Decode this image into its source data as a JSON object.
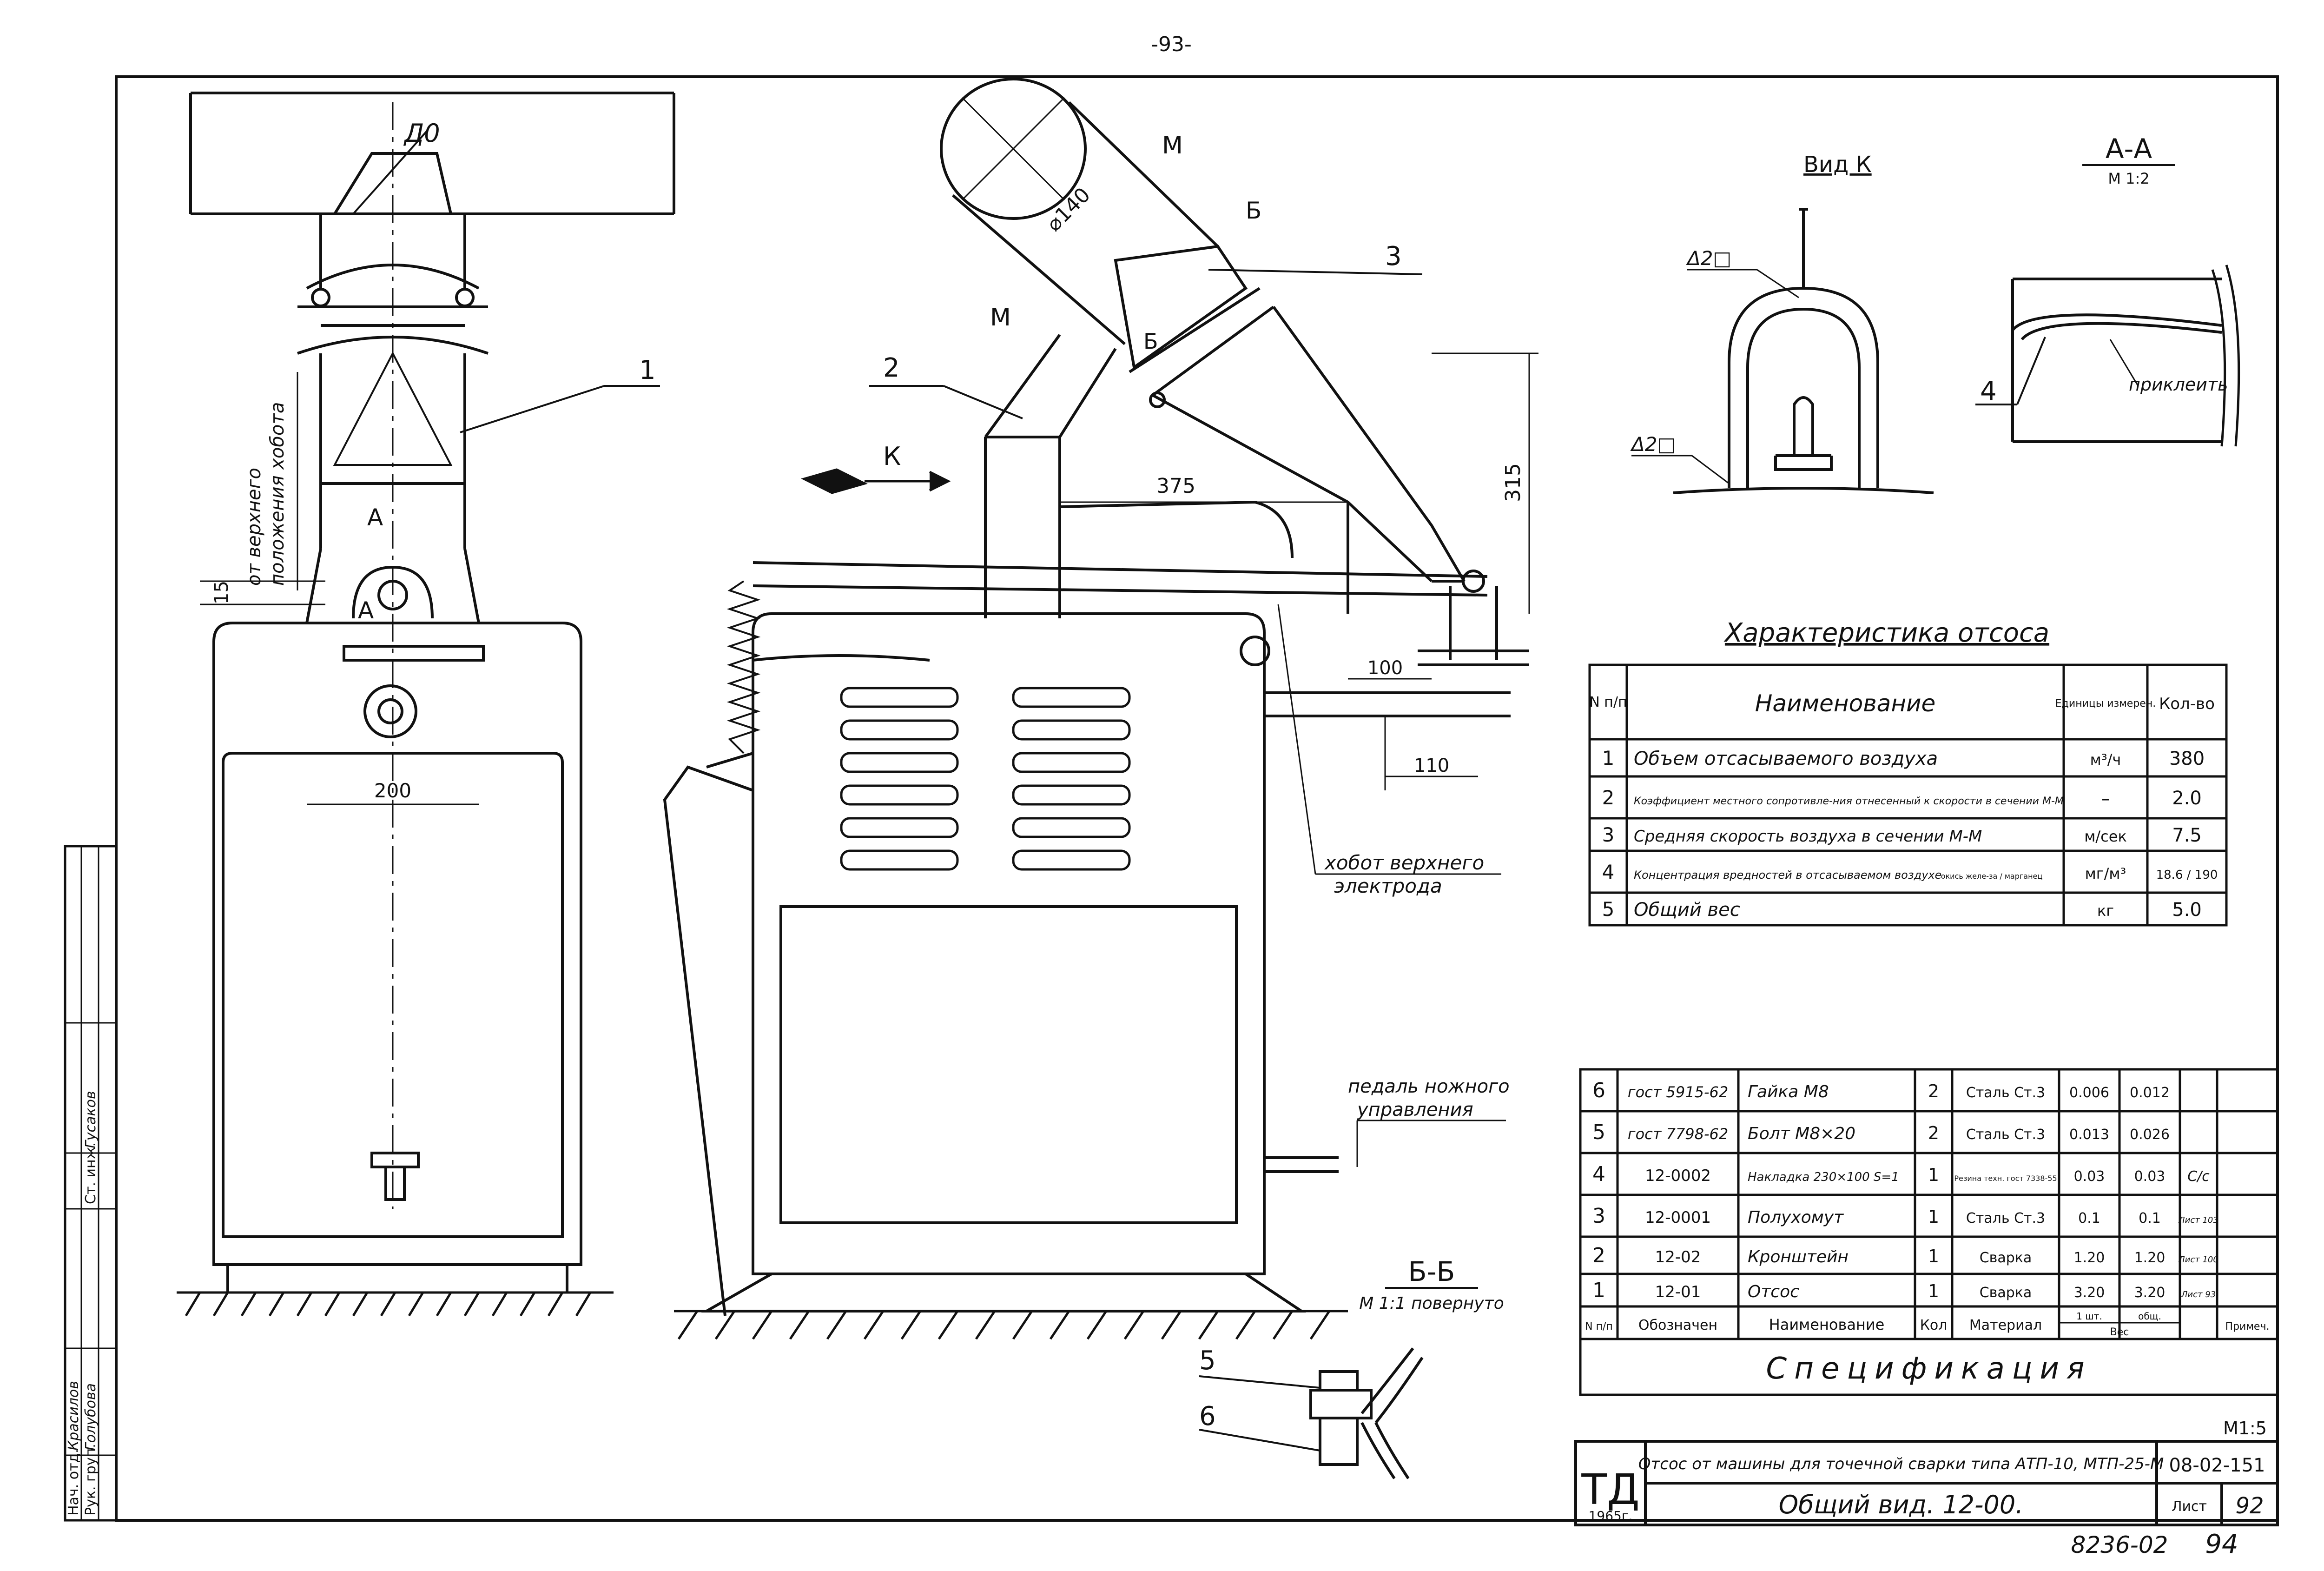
{
  "page_number": "-93-",
  "labels": {
    "d0": "Д0",
    "dia": "⌀140",
    "M1": "М",
    "M2": "М",
    "B_cut": "Б",
    "B_cut2": "Б",
    "A_cut": "А",
    "A_cut2": "А",
    "K_arrow": "К",
    "n1": "1",
    "n2": "2",
    "n3": "3",
    "n4": "4",
    "n5": "5",
    "n6": "6",
    "vertical_note_1": "от верхнего",
    "vertical_note_2": "положения хобота",
    "hobot_1": "хобот верхнего",
    "hobot_2": "электрода",
    "pedal_1": "педаль ножного",
    "pedal_2": "управления",
    "glue": "приклеить",
    "d2_top": "Δ2□",
    "d2_side": "Δ2□"
  },
  "dimensions": {
    "d15": "15",
    "d200": "200",
    "d375": "375",
    "d315": "315",
    "d100": "100",
    "d110": "110"
  },
  "views": {
    "view_k": "Вид К",
    "aa_title": "А-А",
    "aa_scale": "М 1:2",
    "bb_title": "Б-Б",
    "bb_scale": "М 1:1 повернуто"
  },
  "characteristics": {
    "title": "Характеристика отсоса",
    "headers": [
      "N п/п",
      "Наименование",
      "Единицы измерен.",
      "Кол-во"
    ],
    "rows": [
      [
        "1",
        "Объем отсасываемого воздуха",
        "м³/ч",
        "380"
      ],
      [
        "2",
        "Коэффициент местного сопротивле-ния отнесенный к скорости в сечении М-М",
        "–",
        "2.0"
      ],
      [
        "3",
        "Средняя скорость воздуха в сечении М-М",
        "м/сек",
        "7.5"
      ],
      [
        "4",
        "Концентрация вредностей в отсасываемом воздухе",
        "мг/м³",
        "18.6 / 190"
      ],
      [
        "5",
        "Общий вес",
        "кг",
        "5.0"
      ]
    ],
    "row4_subnote": "окись желе-за / марганец"
  },
  "specification": {
    "title": "Спецификация",
    "rows": [
      [
        "6",
        "гост 5915-62",
        "Гайка М8",
        "2",
        "Сталь Ст.3",
        "0.006",
        "0.012",
        ""
      ],
      [
        "5",
        "гост 7798-62",
        "Болт М8×20",
        "2",
        "Сталь Ст.3",
        "0.013",
        "0.026",
        ""
      ],
      [
        "4",
        "12-0002",
        "Накладка 230×100 S=1",
        "1",
        "Резина техн. гост 7338-55",
        "0.03",
        "0.03",
        "С/с"
      ],
      [
        "3",
        "12-0001",
        "Полухомут",
        "1",
        "Сталь Ст.3",
        "0.1",
        "0.1",
        "Лист 103"
      ],
      [
        "2",
        "12-02",
        "Кронштейн",
        "1",
        "Сварка",
        "1.20",
        "1.20",
        "Лист 100"
      ],
      [
        "1",
        "12-01",
        "Отсос",
        "1",
        "Сварка",
        "3.20",
        "3.20",
        "Лист 93"
      ]
    ],
    "headers": [
      "N п/п",
      "Обозначен",
      "Наименование",
      "Кол",
      "Материал",
      "1 шт.",
      "общ.",
      "Примеч."
    ],
    "weight_header": "Вес"
  },
  "title_block": {
    "logo": "ТД",
    "year": "1965г.",
    "description": "Отсос от машины для точечной сварки типа АТП-10, МТП-25-М",
    "subtitle": "Общий вид. 12-00.",
    "scale": "М1:5",
    "doc_code": "08-02-151",
    "sheet_label": "Лист",
    "sheet_number": "92"
  },
  "side_stamp": [
    [
      "Нач. отд.",
      "Красилов",
      "",
      ""
    ],
    [
      "Рук. груп.",
      "Голубова",
      "",
      ""
    ],
    [
      "Ст. инж.",
      "Гусаков",
      "",
      ""
    ]
  ],
  "bottom_notes": {
    "archive": "8236-02",
    "page": "94"
  }
}
